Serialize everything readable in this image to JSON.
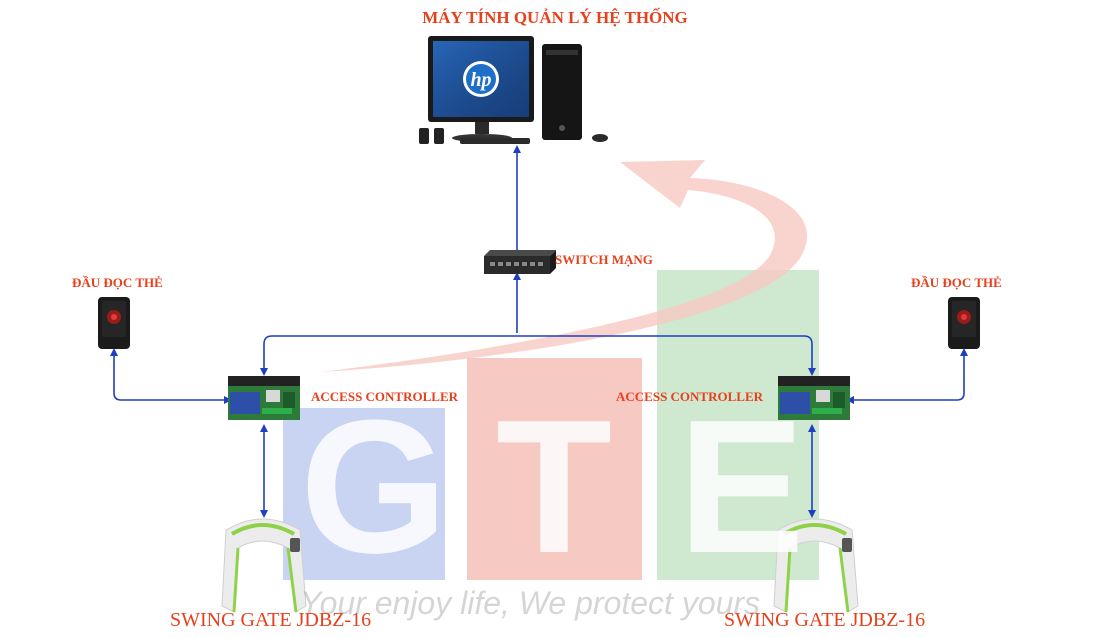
{
  "labels": {
    "pc": "MÁY TÍNH QUẢN LÝ HỆ THỐNG",
    "switch": "SWITCH MẠNG",
    "reader_left": "ĐẦU ĐỌC THẺ",
    "reader_right": "ĐẦU ĐỌC THẺ",
    "controller_left": "ACCESS CONTROLLER",
    "controller_right": "ACCESS CONTROLLER",
    "gate_left": "SWING GATE JDBZ-16",
    "gate_right": "SWING GATE JDBZ-16"
  },
  "pc_logo": "hp",
  "watermark": {
    "letters": [
      "G",
      "T",
      "E"
    ],
    "slogan": "Your enjoy life, We protect yours"
  },
  "colors": {
    "label": "#e8401c",
    "line": "#1f3fbf",
    "wm_blue": "#c9d3f2",
    "wm_red": "#f7c9c3",
    "wm_green": "#cfe8d0",
    "slogan": "#8a8a8a"
  },
  "icons": {
    "pc": "desktop-computer-icon",
    "switch": "network-switch-icon",
    "reader": "card-reader-icon",
    "controller": "access-controller-board-icon",
    "gate": "swing-gate-icon"
  }
}
